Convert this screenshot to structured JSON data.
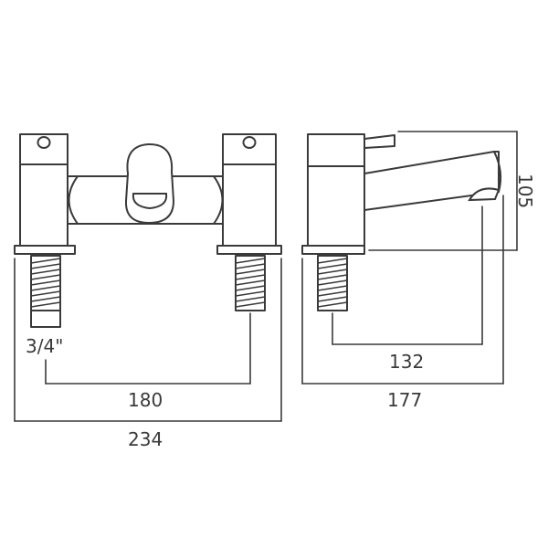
{
  "drawing": {
    "front_view": {
      "pipe_size": "3/4\"",
      "centers": "180",
      "overall_width": "234"
    },
    "side_view": {
      "height": "105",
      "spout_reach": "132",
      "overall_depth": "177"
    },
    "line_color": "#3a3a3a",
    "background": "#ffffff"
  }
}
